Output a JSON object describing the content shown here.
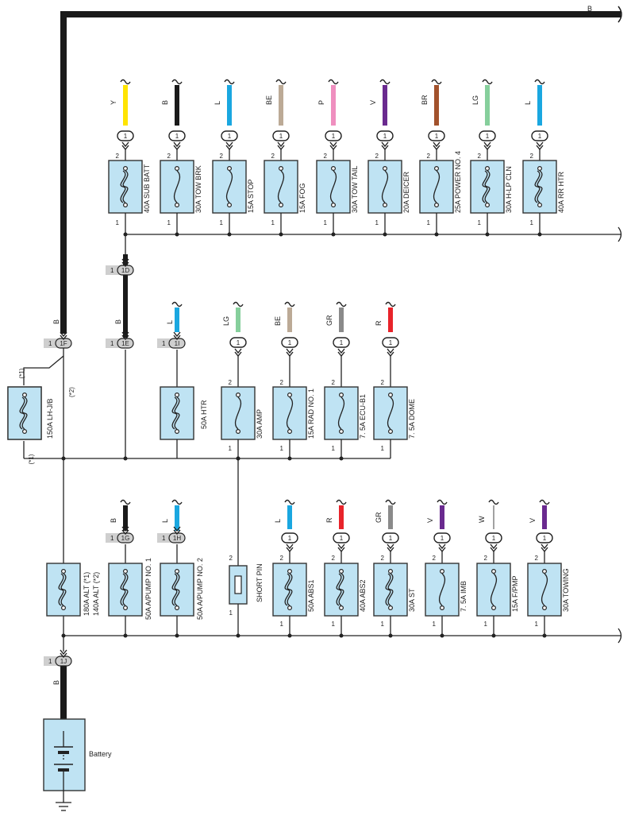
{
  "main_wire_color": "B",
  "top_fuses": [
    {
      "color": "Y",
      "rating": "40A SUB BATT",
      "type": "fl",
      "conn": "1",
      "top_pin": "2",
      "bot_pin": "1",
      "hex": "#ffe400"
    },
    {
      "color": "B",
      "rating": "30A TOW BRK",
      "type": "f",
      "conn": "1",
      "top_pin": "2",
      "bot_pin": "1",
      "hex": "#1a1a1a"
    },
    {
      "color": "L",
      "rating": "15A STOP",
      "type": "f",
      "conn": "1",
      "top_pin": "2",
      "bot_pin": "1",
      "hex": "#1aa7e0"
    },
    {
      "color": "BE",
      "rating": "15A FOG",
      "type": "f",
      "conn": "1",
      "top_pin": "2",
      "bot_pin": "1",
      "hex": "#bcaa96"
    },
    {
      "color": "P",
      "rating": "30A TOW TAIL",
      "type": "f",
      "conn": "1",
      "top_pin": "2",
      "bot_pin": "1",
      "hex": "#ef8fbf"
    },
    {
      "color": "V",
      "rating": "20A DEICER",
      "type": "f",
      "conn": "1",
      "top_pin": "2",
      "bot_pin": "1",
      "hex": "#6a2a8f"
    },
    {
      "color": "BR",
      "rating": "25A POWER NO. 4",
      "type": "f",
      "conn": "1",
      "top_pin": "2",
      "bot_pin": "1",
      "hex": "#a2522c"
    },
    {
      "color": "LG",
      "rating": "30A H-LP CLN",
      "type": "fl",
      "conn": "1",
      "top_pin": "2",
      "bot_pin": "1",
      "hex": "#86cf9c"
    },
    {
      "color": "L",
      "rating": "40A RR HTR",
      "type": "fl",
      "conn": "1",
      "top_pin": "2",
      "bot_pin": "1",
      "hex": "#1aa7e0"
    }
  ],
  "connector_1D": {
    "pin": "1",
    "name": "1D",
    "wire": "B"
  },
  "connector_1F": {
    "pin": "1",
    "name": "1F",
    "wire": "B"
  },
  "connector_1E": {
    "pin": "1",
    "name": "1E",
    "wire": "B"
  },
  "connector_1I": {
    "pin": "1",
    "name": "1I",
    "wire": "L"
  },
  "middle_fuses": [
    {
      "color": "LG",
      "rating": "30A AMP",
      "type": "f",
      "conn": "1",
      "top_pin": "2",
      "bot_pin": "1",
      "hex": "#86cf9c"
    },
    {
      "color": "BE",
      "rating": "15A RAD NO. 1",
      "type": "f",
      "conn": "1",
      "top_pin": "2",
      "bot_pin": "1",
      "hex": "#bcaa96"
    },
    {
      "color": "GR",
      "rating": "7. 5A ECU-B1",
      "type": "f",
      "conn": "1",
      "top_pin": "2",
      "bot_pin": "1",
      "hex": "#8a8a8a"
    },
    {
      "color": "R",
      "rating": "7. 5A DOME",
      "type": "f",
      "conn": "1",
      "top_pin": "2",
      "bot_pin": "1",
      "hex": "#e8232a"
    }
  ],
  "lh_jb": {
    "rating": "150A LH-J/B",
    "note1": "(*1)",
    "note2": "(*1)",
    "note3": "(*2)"
  },
  "htr": {
    "rating": "50A HTR"
  },
  "alt": {
    "line1": "180A ALT (*1)",
    "line2": "140A ALT (*2)"
  },
  "pump1": {
    "rating": "50A A/PUMP NO. 1",
    "conn": "1G",
    "pin": "1",
    "wire": "B"
  },
  "pump2": {
    "rating": "50A A/PUMP NO. 2",
    "conn": "1H",
    "pin": "1",
    "wire": "L"
  },
  "short_pin": {
    "label": "SHORT PIN",
    "top_pin": "2",
    "bot_pin": "1"
  },
  "bottom_fuses": [
    {
      "color": "L",
      "rating": "50A ABS1",
      "type": "fl",
      "conn": "1",
      "top_pin": "2",
      "bot_pin": "1",
      "hex": "#1aa7e0"
    },
    {
      "color": "R",
      "rating": "40A ABS2",
      "type": "fl",
      "conn": "1",
      "top_pin": "2",
      "bot_pin": "1",
      "hex": "#e8232a"
    },
    {
      "color": "GR",
      "rating": "30A ST",
      "type": "fl",
      "conn": "1",
      "top_pin": "2",
      "bot_pin": "1",
      "hex": "#8a8a8a"
    },
    {
      "color": "V",
      "rating": "7. 5A IMB",
      "type": "f",
      "conn": "1",
      "top_pin": "2",
      "bot_pin": "1",
      "hex": "#6a2a8f"
    },
    {
      "color": "W",
      "rating": "15A F/PMP",
      "type": "f",
      "conn": "1",
      "top_pin": "2",
      "bot_pin": "1",
      "hex": "#ffffff"
    },
    {
      "color": "V",
      "rating": "30A TOWING",
      "type": "f",
      "conn": "1",
      "top_pin": "2",
      "bot_pin": "1",
      "hex": "#6a2a8f"
    }
  ],
  "connector_1J": {
    "pin": "1",
    "name": "1J",
    "wire": "B"
  },
  "battery": {
    "label": "Battery"
  }
}
